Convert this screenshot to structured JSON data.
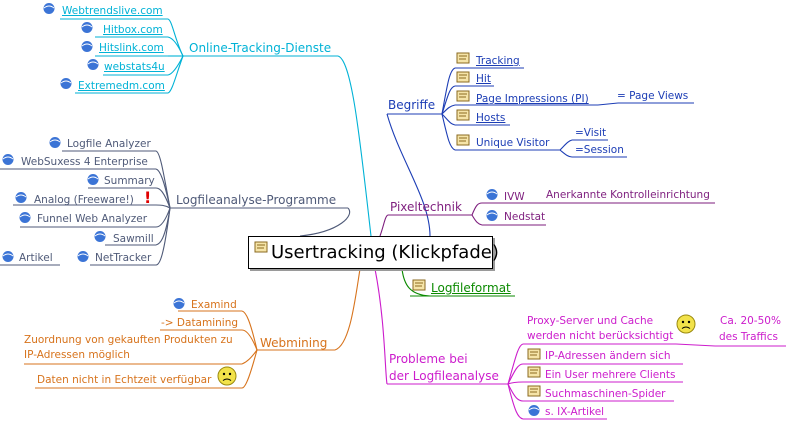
{
  "root": {
    "label": "Usertracking (Klickpfade)"
  },
  "branches": {
    "online": {
      "title": "Online-Tracking-Dienste",
      "color": "#00b2d6",
      "items": [
        "Webtrendslive.com",
        "Hitbox.com",
        "Hitslink.com",
        "webstats4u",
        "Extremedm.com"
      ]
    },
    "logfile_programs": {
      "title": "Logfileanalyse-Programme",
      "color": "#4f5a78",
      "items": [
        "Logfile Analyzer",
        "WebSuxess 4 Enterprise",
        "Summary",
        "Analog (Freeware!)",
        "Funnel Web Analyzer",
        "Sawmill",
        "NetTracker",
        "Artikel"
      ],
      "warning": "!"
    },
    "webmining": {
      "title": "Webmining",
      "color": "#d7731c",
      "items": [
        "Examind",
        "-> Datamining",
        "Zuordnung von gekauften Produkten zu",
        "IP-Adressen möglich",
        "Daten nicht in Echtzeit verfügbar"
      ]
    },
    "begriffe": {
      "title": "Begriffe",
      "color": "#1c3db5",
      "items": [
        "Tracking",
        "Hit",
        "Page Impressions (PI)",
        "Hosts",
        "Unique Visitor"
      ],
      "sub": {
        "page_views": "= Page Views",
        "visit": "=Visit",
        "session": "=Session"
      }
    },
    "pixel": {
      "title": "Pixeltechnik",
      "color": "#7e1e7e",
      "items": [
        "IVW",
        "Nedstat"
      ],
      "sub": {
        "kontroll": "Anerkannte Kontrolleinrichtung"
      }
    },
    "logfileformat": {
      "title": "Logfileformat",
      "color": "#0b8a00"
    },
    "probleme": {
      "title_line1": "Probleme bei",
      "title_line2": "der Logfileanalyse",
      "color": "#cc1ccc",
      "items": [
        "Proxy-Server und Cache",
        "werden nicht berücksichtigt",
        "IP-Adressen ändern sich",
        "Ein User mehrere Clients",
        "Suchmaschinen-Spider",
        "s. IX-Artikel"
      ],
      "note_line1": "Ca. 20-50%",
      "note_line2": "des Traffics"
    }
  }
}
